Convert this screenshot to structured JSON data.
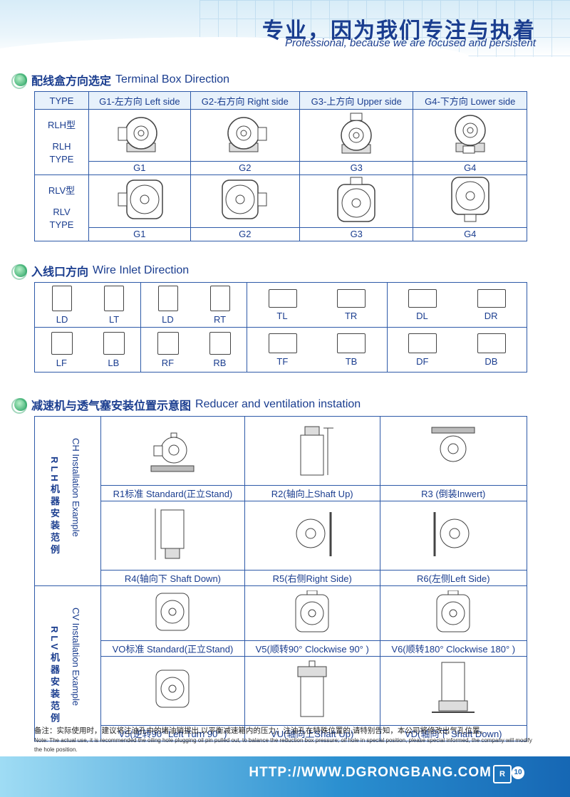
{
  "header": {
    "title_cn": "专业，因为我们专注与执着",
    "title_en": "Professional, because we are focused and persistent"
  },
  "section1": {
    "title_cn": "配线盒方向选定",
    "title_en": "Terminal Box Direction",
    "headers": [
      "TYPE",
      "G1-左方向 Left side",
      "G2-右方向 Right side",
      "G3-上方向 Upper side",
      "G4-下方向 Lower side"
    ],
    "rows": [
      {
        "type_cn": "RLH型",
        "type_en1": "RLH",
        "type_en2": "TYPE",
        "labels": [
          "G1",
          "G2",
          "G3",
          "G4"
        ]
      },
      {
        "type_cn": "RLV型",
        "type_en1": "RLV",
        "type_en2": "TYPE",
        "labels": [
          "G1",
          "G2",
          "G3",
          "G4"
        ]
      }
    ]
  },
  "section2": {
    "title_cn": "入线口方向",
    "title_en": "Wire Inlet Direction",
    "row1": [
      [
        "LD",
        "LT"
      ],
      [
        "LD",
        "RT"
      ],
      [
        "TL",
        "TR"
      ],
      [
        "DL",
        "DR"
      ]
    ],
    "row2": [
      [
        "LF",
        "LB"
      ],
      [
        "RF",
        "RB"
      ],
      [
        "TF",
        "TB"
      ],
      [
        "DF",
        "DB"
      ]
    ]
  },
  "section3": {
    "title_cn": "减速机与透气塞安装位置示意图",
    "title_en": "Reducer and ventilation instation",
    "rlh_side_en": "CH Installation Example",
    "rlh_side_cn": "RLH机器安装范例",
    "rlv_side_en": "CV Installation Example",
    "rlv_side_cn": "RLV机器安装范例",
    "rlh_captions": [
      "R1标准 Standard(正立Stand)",
      "R2(轴向上Shaft Up)",
      "R3 (倒装Inwert)",
      "R4(轴向下 Shaft Down)",
      "R5(右侧Right Side)",
      "R6(左侧Left Side)"
    ],
    "rlv_captions": [
      "VO标准 Standard(正立Stand)",
      "V5(顺转90° Clockwise 90° )",
      "V6(顺转180° Clockwise 180° )",
      "V5(逆转90° Left Turn 90° )",
      "VU(轴向上Shaft Up)",
      "VD(轴向下 Shaft Down)"
    ]
  },
  "note": {
    "cn": "备注：实际使用时，建议将注油孔中的堵油销拔出,以平衡减速箱内的压力；注油孔在特殊位置的,请特别告知，本公司将修改出气孔位置。",
    "en": "Note: The actual use, it is recommended the oiling hole plugging oil pin pulled out, to balance the reduction box pressure; oil hole in special position, please special informed, the company will modify the hole position."
  },
  "footer": {
    "url": "HTTP://WWW.DGRONGBANG.COM",
    "page": "10"
  }
}
